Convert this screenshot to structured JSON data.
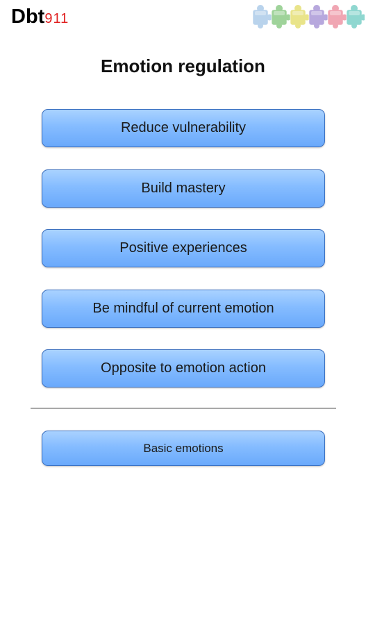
{
  "header": {
    "logo_main": "Dbt",
    "logo_num": "911",
    "puzzle_colors": [
      "#b9d3ec",
      "#9fd39a",
      "#e9e48a",
      "#b7a8dd",
      "#f0a6b3",
      "#8fd7d0"
    ]
  },
  "page": {
    "title": "Emotion regulation"
  },
  "menu": {
    "items": [
      {
        "label": "Reduce vulnerability"
      },
      {
        "label": "Build mastery"
      },
      {
        "label": "Positive experiences"
      },
      {
        "label": "Be mindful of current emotion"
      },
      {
        "label": "Opposite to emotion action"
      }
    ],
    "secondary_label": "Basic emotions"
  },
  "colors": {
    "button_top": "#a9d2ff",
    "button_bottom": "#6aa9fb",
    "button_border": "#3a6fbf",
    "logo_accent": "#e02020",
    "divider": "#a8a8a8"
  }
}
